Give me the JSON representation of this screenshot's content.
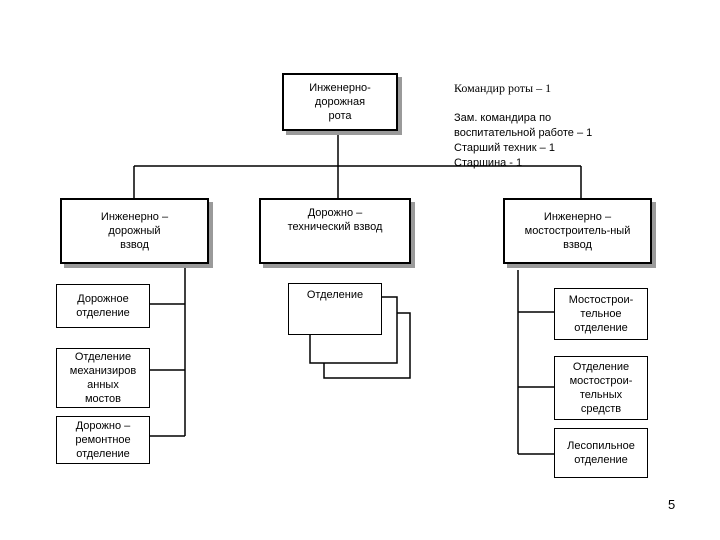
{
  "company": {
    "label": "Инженерно-\nдорожная\nрота"
  },
  "notes": {
    "line1": "Командир роты – 1",
    "line2": "Зам. командира по\nвоспитательной работе – 1\nСтарший техник – 1\nСтаршина - 1"
  },
  "platoons": {
    "left": "Инженерно –\nдорожный\nвзвод",
    "middle": "Дорожно –\nтехнический взвод",
    "right": "Инженерно –\nмостостроитель-ный\nвзвод"
  },
  "left_units": [
    "Дорожное\nотделение",
    "Отделение\nмеханизиров\nанных\nмостов",
    "Дорожно –\nремонтное\nотделение"
  ],
  "middle_unit": "Отделение",
  "right_units": [
    "Мостострои-\nтельное\nотделение",
    "Отделение\nмостострои-\nтельных\nсредств",
    "Лесопильное\nотделение"
  ],
  "page_number": "5"
}
